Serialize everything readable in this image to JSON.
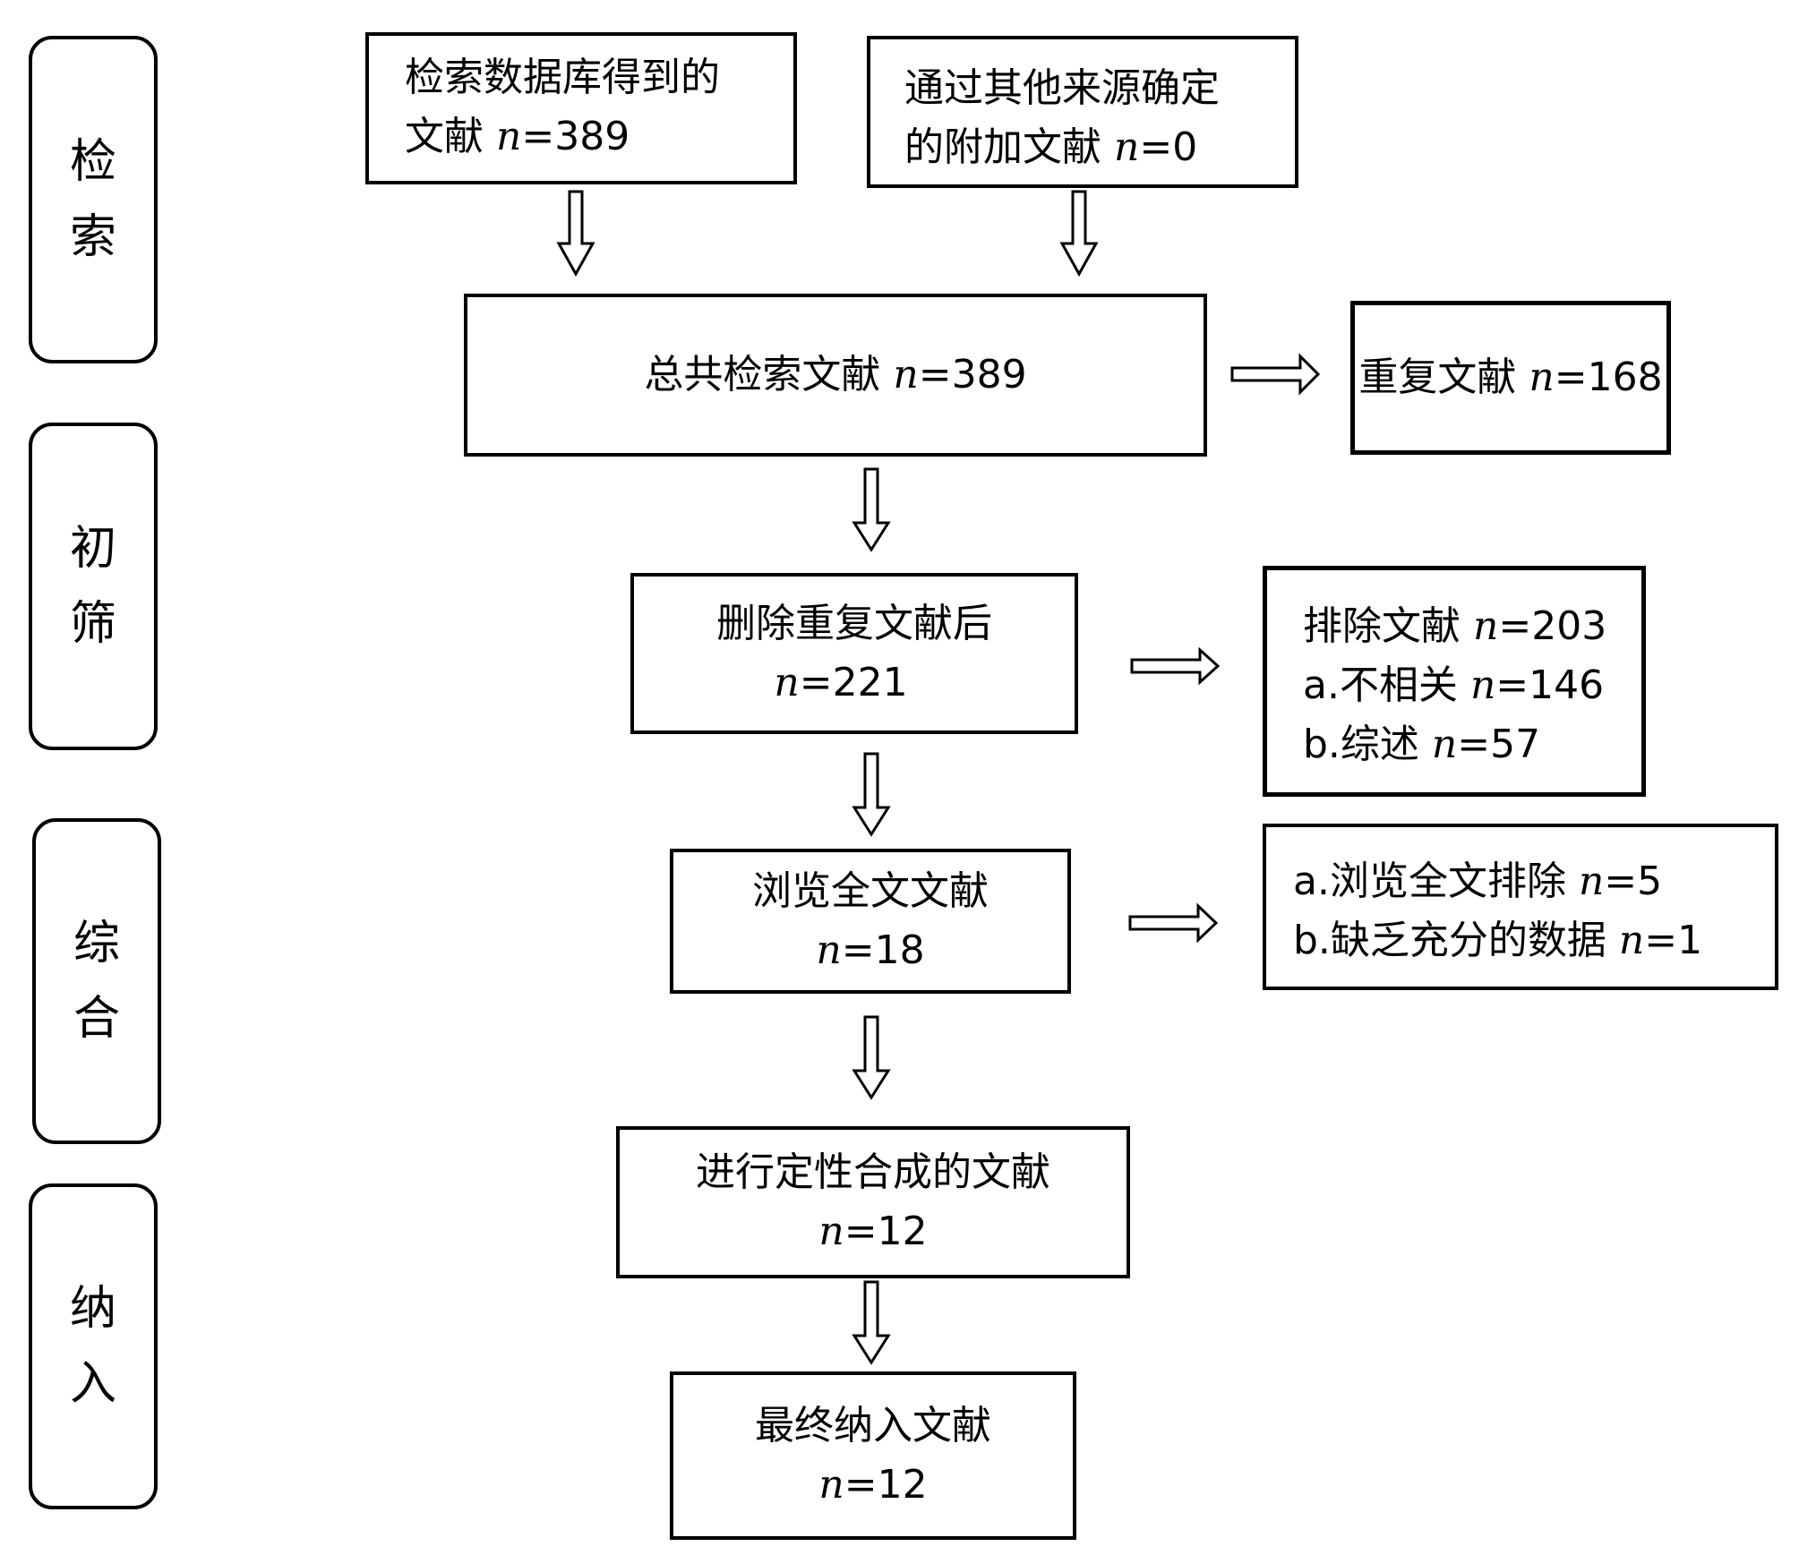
{
  "stages": [
    {
      "c1": "检",
      "c2": "索"
    },
    {
      "c1": "初",
      "c2": "筛"
    },
    {
      "c1": "综",
      "c2": "合"
    },
    {
      "c1": "纳",
      "c2": "入"
    }
  ],
  "boxes": {
    "database": {
      "line1": "检索数据库得到的",
      "line2_pre": "文献 ",
      "n_symbol": "n",
      "line2_val": "=389"
    },
    "other_sources": {
      "line1": "通过其他来源确定",
      "line2_pre": "的附加文献 ",
      "n_symbol": "n",
      "line2_val": "=0"
    },
    "total": {
      "pre": "总共检索文献 ",
      "n_symbol": "n",
      "val": "=389"
    },
    "duplicates": {
      "pre": "重复文献 ",
      "n_symbol": "n",
      "val": "=168"
    },
    "after_dedup": {
      "line1": "删除重复文献后",
      "n_symbol": "n",
      "val": "=221"
    },
    "excluded": {
      "line1_pre": "排除文献 ",
      "n_symbol": "n",
      "line1_val": "=203",
      "line2_pre": "a.不相关 ",
      "line2_val": "=146",
      "line3_pre": "b.综述 ",
      "line3_val": "=57"
    },
    "fulltext": {
      "line1": "浏览全文文献",
      "n_symbol": "n",
      "val": "=18"
    },
    "fulltext_excluded": {
      "line1_pre": "a.浏览全文排除 ",
      "n_symbol": "n",
      "line1_val": "=5",
      "line2_pre": "b.缺乏充分的数据 ",
      "line2_val": "=1"
    },
    "qualitative": {
      "line1": "进行定性合成的文献",
      "n_symbol": "n",
      "val": "=12"
    },
    "final": {
      "line1": "最终纳入文献",
      "n_symbol": "n",
      "val": "=12"
    }
  }
}
